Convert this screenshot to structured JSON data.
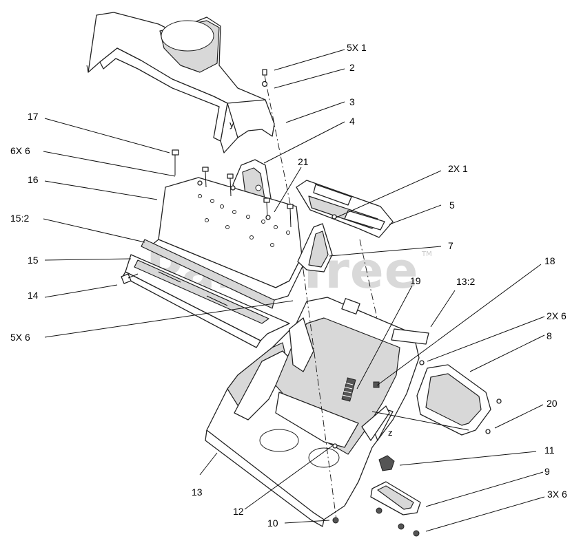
{
  "watermark": {
    "text": "PartsTree",
    "trademark": "TM"
  },
  "callouts": {
    "c5x1": "5X 1",
    "c2": "2",
    "c3": "3",
    "c4": "4",
    "c17": "17",
    "c6x6": "6X 6",
    "c21": "21",
    "c2x1": "2X 1",
    "c16": "16",
    "c5": "5",
    "c15_2": "15:2",
    "c7": "7",
    "c15": "15",
    "c14": "14",
    "c18": "18",
    "c19": "19",
    "c13_2": "13:2",
    "c5x6": "5X 6",
    "c2x6": "2X 6",
    "c8": "8",
    "c20": "20",
    "c11": "11",
    "c13": "13",
    "c9": "9",
    "c3x6": "3X 6",
    "c12": "12",
    "c10": "10"
  },
  "part_tags": {
    "y": "y",
    "z": "z"
  },
  "colors": {
    "line": "#222222",
    "shade": "#d8d8d8",
    "watermark": "#c9c9c9"
  }
}
